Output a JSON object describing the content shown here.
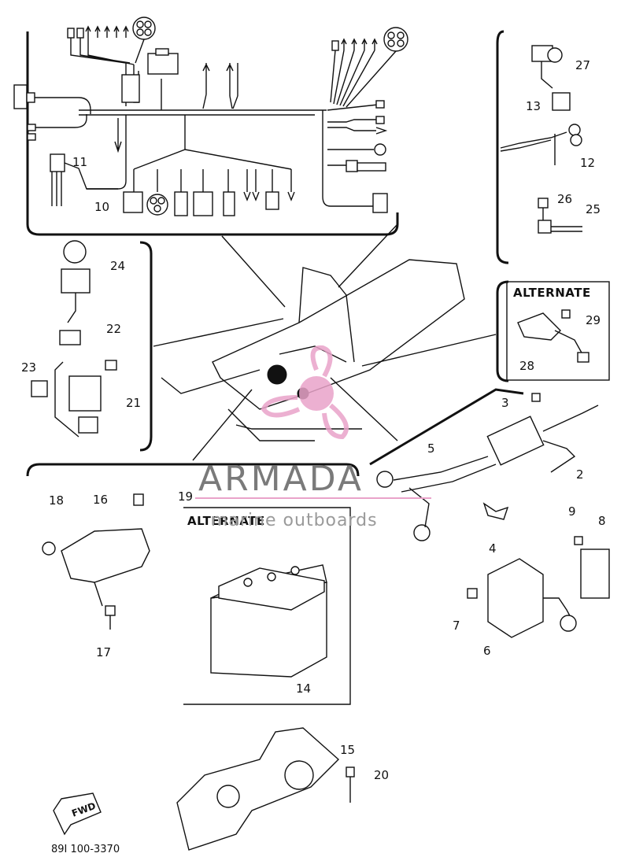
{
  "diagram": {
    "callouts": [
      "2",
      "3",
      "4",
      "5",
      "6",
      "7",
      "8",
      "9",
      "10",
      "11",
      "12",
      "13",
      "14",
      "15",
      "16",
      "17",
      "18",
      "19",
      "20",
      "21",
      "22",
      "23",
      "24",
      "25",
      "26",
      "27",
      "28",
      "29"
    ],
    "alternate_labels": [
      "ALTERNATE",
      "ALTERNATE"
    ],
    "fwd_label": "FWD",
    "part_code": "89I 100-3370"
  },
  "watermark": {
    "brand": "ARMADA",
    "tagline": "marine outboards",
    "color_pink": "#e9a3c9",
    "color_gray": "#8a8a8a"
  }
}
